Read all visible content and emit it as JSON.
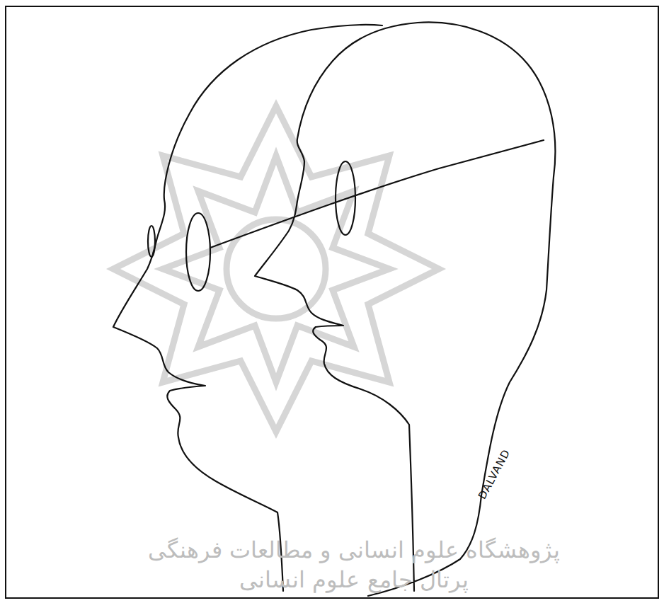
{
  "diagram": {
    "labels": [
      "DALVAND",
      "پژوهشگاه علوم انسانی و مطالعات فرهنگی",
      "پرتال جامع علوم انسانی"
    ]
  }
}
